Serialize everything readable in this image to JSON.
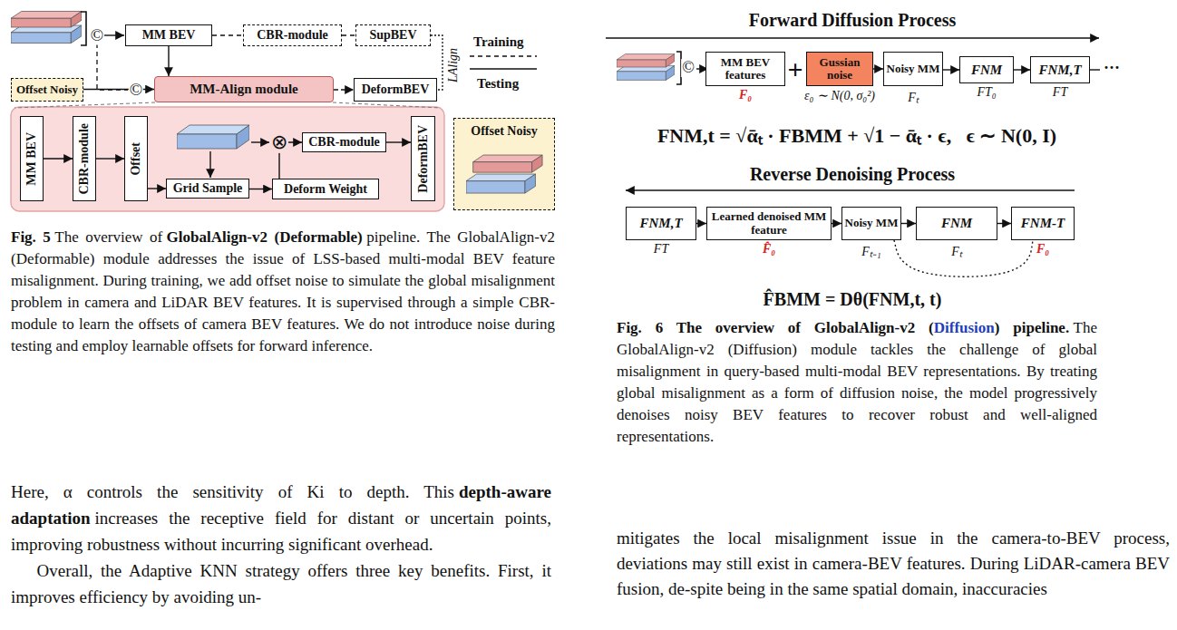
{
  "diagram": {
    "nodes": [
      {
        "text": [
          "MM BEV"
        ]
      },
      {
        "text": [
          "CBR-module"
        ]
      },
      {
        "text": [
          "SupBEV"
        ]
      },
      {
        "text": [
          "Offset Noisy"
        ]
      },
      {
        "text": [
          "MM-Align module"
        ]
      },
      {
        "text": [
          "DeformBEV"
        ]
      },
      {
        "text": [
          "MM BEV"
        ]
      },
      {
        "text": [
          "CBR-module"
        ]
      },
      {
        "text": [
          "Offset"
        ]
      },
      {
        "text": [
          "Grid Sample"
        ]
      },
      {
        "text": [
          "Deform Weight"
        ]
      },
      {
        "text": [
          "CBR-module"
        ]
      },
      {
        "text": [
          "DeformBEV"
        ]
      },
      {
        "text": [
          "Offset Noisy"
        ]
      },
      {
        "text": [
          "MM BEV features",
          "F₀"
        ]
      },
      {
        "text": [
          "Gussian noise",
          "ε₀ ∼ N(0, σ₀²)"
        ]
      },
      {
        "text": [
          "Noisy MM",
          "Fₜ"
        ]
      },
      {
        "text": [
          "FNM",
          "FT₀"
        ]
      },
      {
        "text": [
          "FNM,T",
          "FT"
        ]
      },
      {
        "text": [
          "FNM,T",
          "FT"
        ]
      },
      {
        "text": [
          "Learned denoised MM feature",
          "F̂₀"
        ]
      },
      {
        "text": [
          "Noisy MM",
          "Fₜ₋₁"
        ]
      },
      {
        "text": [
          "FNM",
          "Fₜ"
        ]
      },
      {
        "text": [
          "FNM-T",
          "F₀"
        ]
      }
    ],
    "edges": [
      {
        "from": 0,
        "to": 1,
        "arrow": "none"
      },
      {
        "from": 1,
        "to": 2,
        "arrow": "none"
      },
      {
        "from": 0,
        "to": 4,
        "arrow": "to"
      },
      {
        "from": 3,
        "to": 4,
        "arrow": "to"
      },
      {
        "from": 4,
        "to": 5,
        "arrow": "to"
      },
      {
        "from": 6,
        "to": 7,
        "arrow": "to"
      },
      {
        "from": 7,
        "to": 8,
        "arrow": "to"
      },
      {
        "from": 8,
        "to": 9,
        "arrow": "to"
      },
      {
        "from": 9,
        "to": 10,
        "arrow": "to"
      },
      {
        "from": 10,
        "to": 11,
        "arrow": "to"
      },
      {
        "from": 11,
        "to": 12,
        "arrow": "to"
      },
      {
        "from": 15,
        "to": 16,
        "arrow": "to"
      },
      {
        "from": 16,
        "to": 17,
        "arrow": "to"
      },
      {
        "from": 17,
        "to": 18,
        "arrow": "to"
      },
      {
        "from": 19,
        "to": 20,
        "arrow": "to"
      },
      {
        "from": 20,
        "to": 21,
        "arrow": "to"
      },
      {
        "from": 21,
        "to": 22,
        "arrow": "to"
      },
      {
        "from": 22,
        "to": 23,
        "arrow": "to"
      },
      {
        "from": 21,
        "to": 23,
        "arrow": "none"
      }
    ],
    "labels": [
      "©",
      "©",
      "LAlign",
      "⊗",
      "Forward Diffusion Process",
      "+",
      "···",
      "FNM,t = √ᾱₜ · FBMM + √1 − ᾱₜ · ϵ,   ϵ ∼ N(0, I)",
      "Reverse Denoising Process",
      "F̂BMM = Dθ(FNM,t, t)",
      "©",
      "Fig. 5",
      "The overview of",
      "GlobalAlign-v2 (Deformable)",
      "pipeline. The GlobalAlign-v2 (Deformable) module addresses the issue of LSS-based multi-modal BEV feature misalignment. During training, we add offset noise to simulate the global misalignment problem in camera and LiDAR BEV features. It is supervised through a simple CBR-module to learn the offsets of camera BEV features. We do not introduce noise during testing and employ learnable offsets for forward inference.",
      "Fig. 6 The overview of GlobalAlign-v2 (",
      "Diffusion",
      ") pipeline.",
      "The GlobalAlign-v2 (Diffusion) module tackles the challenge of global misalignment in query-based multi-modal BEV representations. By treating global misalignment as a form of diffusion noise, the model progressively denoises noisy BEV features to recover robust and well-aligned representations.",
      "Here, α controls the sensitivity of Ki to depth. This",
      "depth-aware adaptation",
      "increases the receptive field for distant or uncertain points, improving robustness without incurring significant overhead.",
      "Overall, the Adaptive KNN strategy offers three key benefits. First, it improves efficiency by avoiding un-",
      "mitigates the local misalignment issue in the camera-to-BEV process, deviations may still exist in camera-BEV features. During LiDAR-camera BEV fusion, de-spite being in the same spatial domain, inaccuracies"
    ],
    "legend": [
      {
        "text": "Training"
      },
      {
        "text": "Testing"
      }
    ]
  }
}
